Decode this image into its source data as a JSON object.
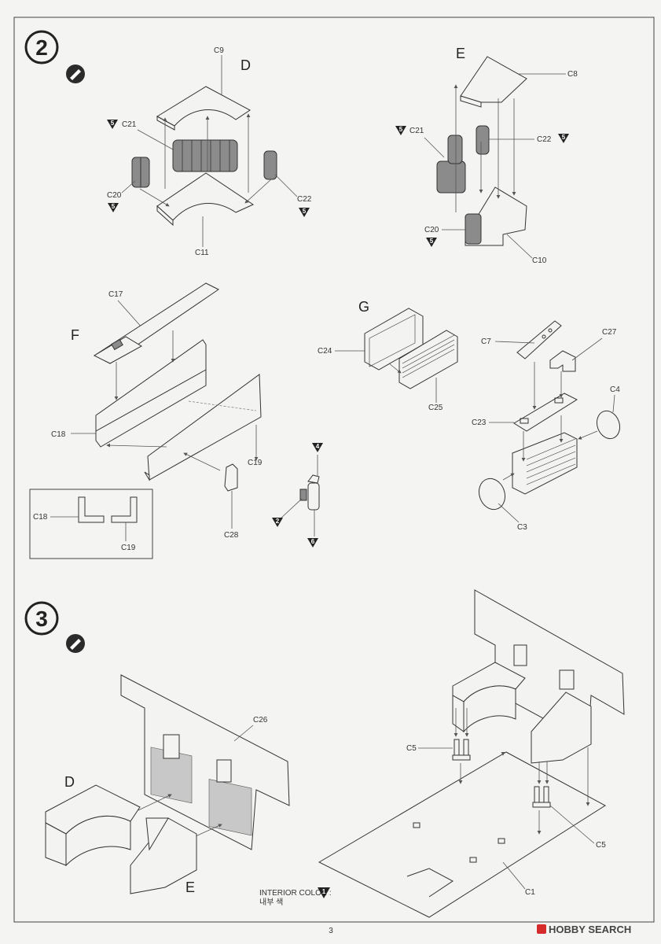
{
  "steps": [
    {
      "number": "2"
    },
    {
      "number": "3"
    }
  ],
  "icons": {
    "paint": "paint-brush-icon"
  },
  "sections": {
    "D": "D",
    "E": "E",
    "F": "F",
    "G": "G"
  },
  "parts": {
    "c9": "C9",
    "c21": "C21",
    "c20": "C20",
    "c22": "C22",
    "c11": "C11",
    "c8": "C8",
    "c10": "C10",
    "c17": "C17",
    "c18": "C18",
    "c19": "C19",
    "c28": "C28",
    "c24": "C24",
    "c25": "C25",
    "c7": "C7",
    "c27": "C27",
    "c23": "C23",
    "c4": "C4",
    "c3": "C3",
    "c26": "C26",
    "c5": "C5",
    "c1": "C1"
  },
  "colors": {
    "c5": "5",
    "c4": "4",
    "c2": "2",
    "c6": "6",
    "c1": "1"
  },
  "legend": {
    "interior_en": "INTERIOR COLOR :",
    "interior_ko": "내부 색"
  },
  "page_number": "3",
  "watermark": "HOBBY SEARCH"
}
